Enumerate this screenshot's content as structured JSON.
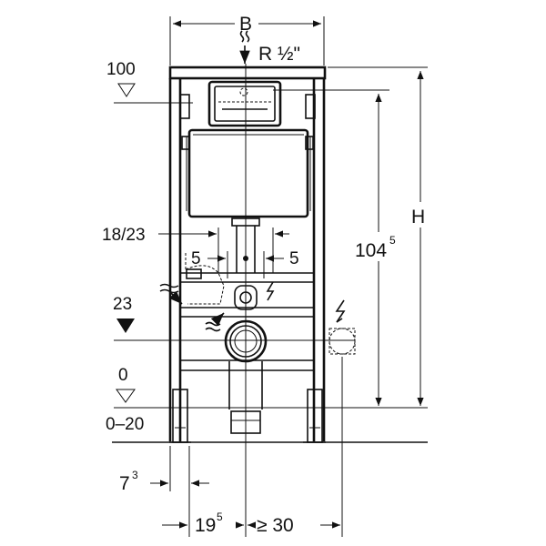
{
  "dimensions": {
    "width_label": "B",
    "connection_label": "R ½\"",
    "height_label": "H",
    "height_104": {
      "main": "104",
      "sup": "5"
    },
    "level_100": "100",
    "level_23": "23",
    "level_0": "0",
    "range_0_20": "0–20",
    "offset_18_23": "18/23",
    "offset_5_left": "5",
    "offset_5_right": "5",
    "offset_7": {
      "main": "7",
      "sup": "3"
    },
    "offset_19": {
      "main": "19",
      "sup": "5"
    },
    "offset_30": "≥ 30"
  }
}
